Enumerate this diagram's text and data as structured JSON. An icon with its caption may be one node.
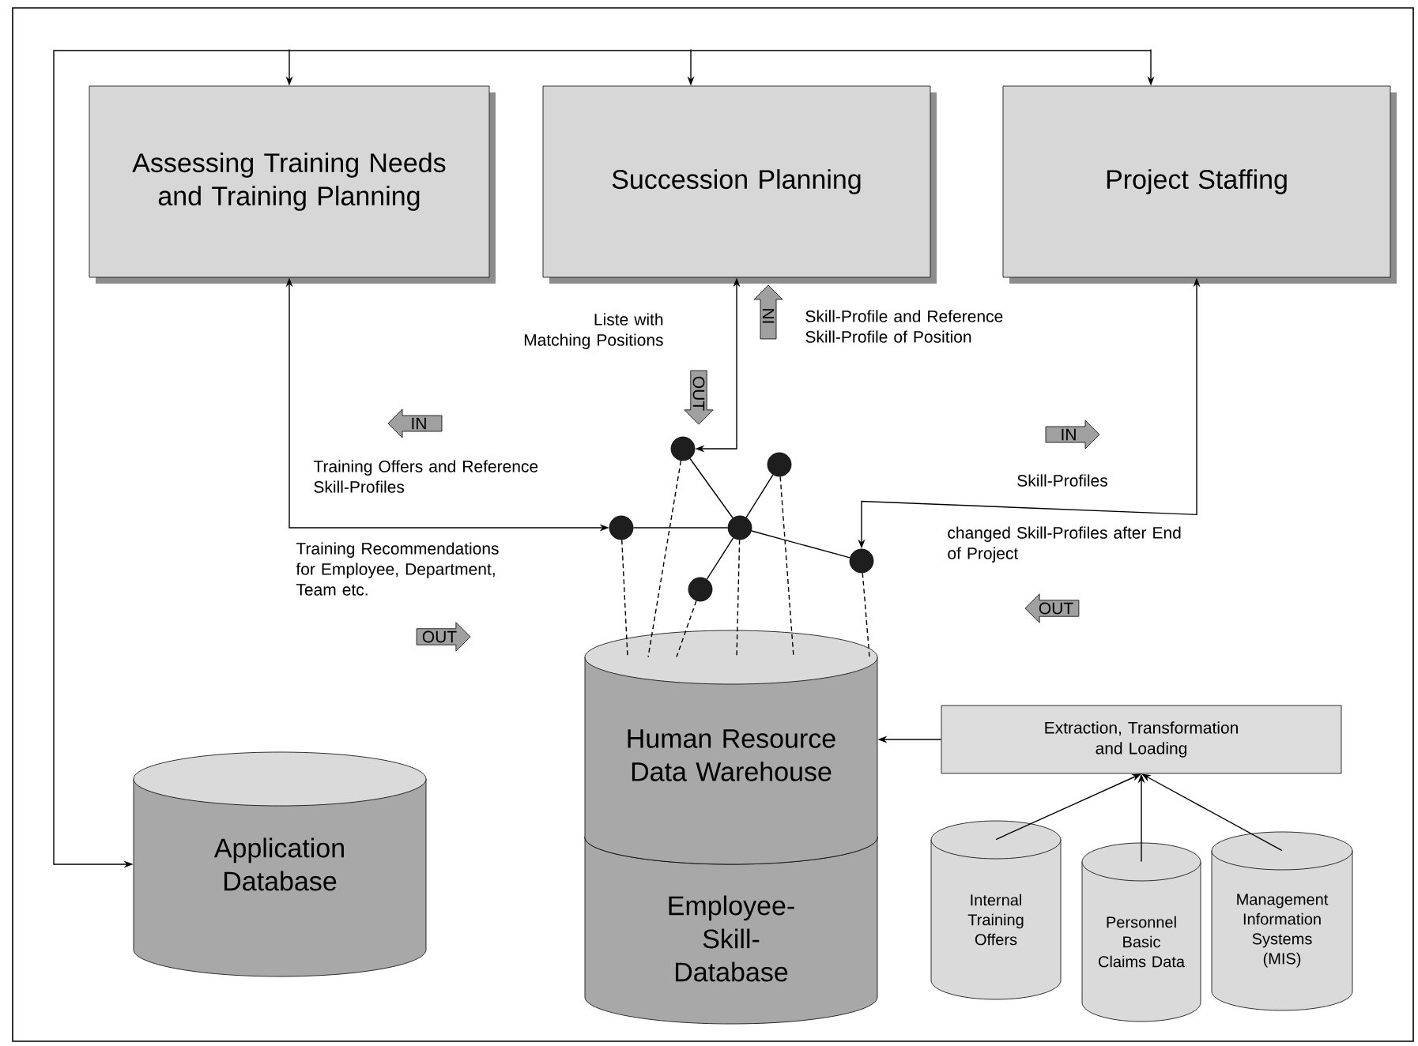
{
  "diagram": {
    "nodes": [
      {
        "text": [
          "Assessing Training Needs and Training Planning"
        ]
      },
      {
        "text": [
          "Succession Planning"
        ]
      },
      {
        "text": [
          "Project Staffing"
        ]
      },
      {
        "text": [
          "Human Resource Data Warehouse"
        ]
      },
      {
        "text": [
          "Employee-Skill-Database"
        ]
      },
      {
        "text": [
          "Application Database"
        ]
      },
      {
        "text": [
          "Extraction, Transformation and Loading"
        ]
      },
      {
        "text": [
          "Internal Training Offers"
        ]
      },
      {
        "text": [
          "Personnel Basic Claims Data"
        ]
      },
      {
        "text": [
          "Management Information Systems (MIS)"
        ]
      },
      {
        "text": [],
        "shape": "circle"
      },
      {
        "text": [],
        "shape": "circle"
      },
      {
        "text": [],
        "shape": "circle"
      },
      {
        "text": [],
        "shape": "circle"
      },
      {
        "text": [],
        "shape": "circle"
      },
      {
        "text": [],
        "shape": "circle"
      }
    ],
    "edges": [
      {
        "from": 5,
        "to": 0,
        "arrow": "both"
      },
      {
        "from": 5,
        "to": 1,
        "arrow": "both"
      },
      {
        "from": 5,
        "to": 2,
        "arrow": "both"
      },
      {
        "from": 0,
        "to": 10,
        "arrow": "both"
      },
      {
        "from": 1,
        "to": 11,
        "arrow": "both"
      },
      {
        "from": 2,
        "to": 15,
        "arrow": "both"
      },
      {
        "from": 11,
        "to": 13,
        "arrow": "none"
      },
      {
        "from": 14,
        "to": 13,
        "arrow": "none"
      },
      {
        "from": 10,
        "to": 13,
        "arrow": "none"
      },
      {
        "from": 13,
        "to": 15,
        "arrow": "none"
      },
      {
        "from": 13,
        "to": 12,
        "arrow": "none"
      },
      {
        "from": 10,
        "to": 3,
        "arrow": "none",
        "style": "dashed"
      },
      {
        "from": 11,
        "to": 3,
        "arrow": "none",
        "style": "dashed"
      },
      {
        "from": 12,
        "to": 3,
        "arrow": "none",
        "style": "dashed"
      },
      {
        "from": 13,
        "to": 3,
        "arrow": "none",
        "style": "dashed"
      },
      {
        "from": 14,
        "to": 3,
        "arrow": "none",
        "style": "dashed"
      },
      {
        "from": 15,
        "to": 3,
        "arrow": "none",
        "style": "dashed"
      },
      {
        "from": 6,
        "to": 3,
        "arrow": "to"
      },
      {
        "from": 7,
        "to": 6,
        "arrow": "to"
      },
      {
        "from": 8,
        "to": 6,
        "arrow": "to"
      },
      {
        "from": 9,
        "to": 6,
        "arrow": "to"
      }
    ],
    "labels": [
      "IN",
      "Liste with Matching Positions",
      "Skill-Profile and Reference Skill-Profile of Position",
      "OUT",
      "IN",
      "IN",
      "Training Offers and Reference Skill-Profiles",
      "Skill-Profiles",
      "changed Skill-Profiles after End of Project",
      "Training Recommendations for Employee, Department, Team etc.",
      "OUT",
      "OUT"
    ]
  }
}
